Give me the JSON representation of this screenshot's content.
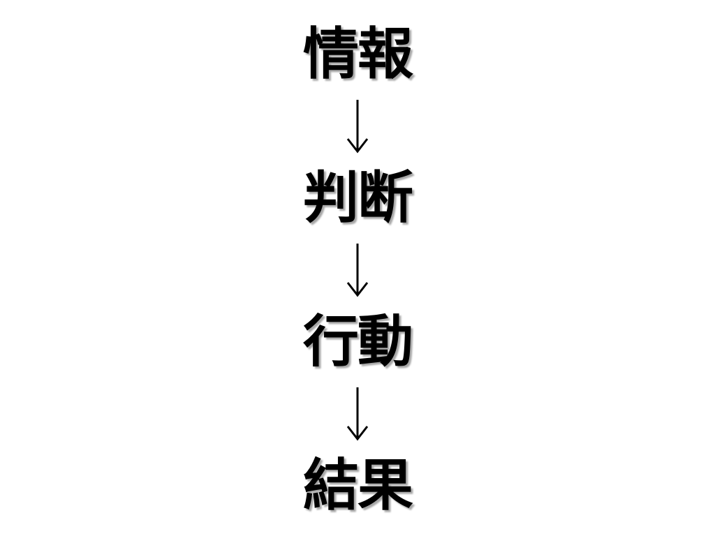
{
  "diagram": {
    "steps": [
      {
        "label": "情報"
      },
      {
        "label": "判断"
      },
      {
        "label": "行動"
      },
      {
        "label": "結果"
      }
    ],
    "connector_icon": "down-arrow-icon",
    "colors": {
      "text": "#000000",
      "background": "#ffffff"
    }
  }
}
